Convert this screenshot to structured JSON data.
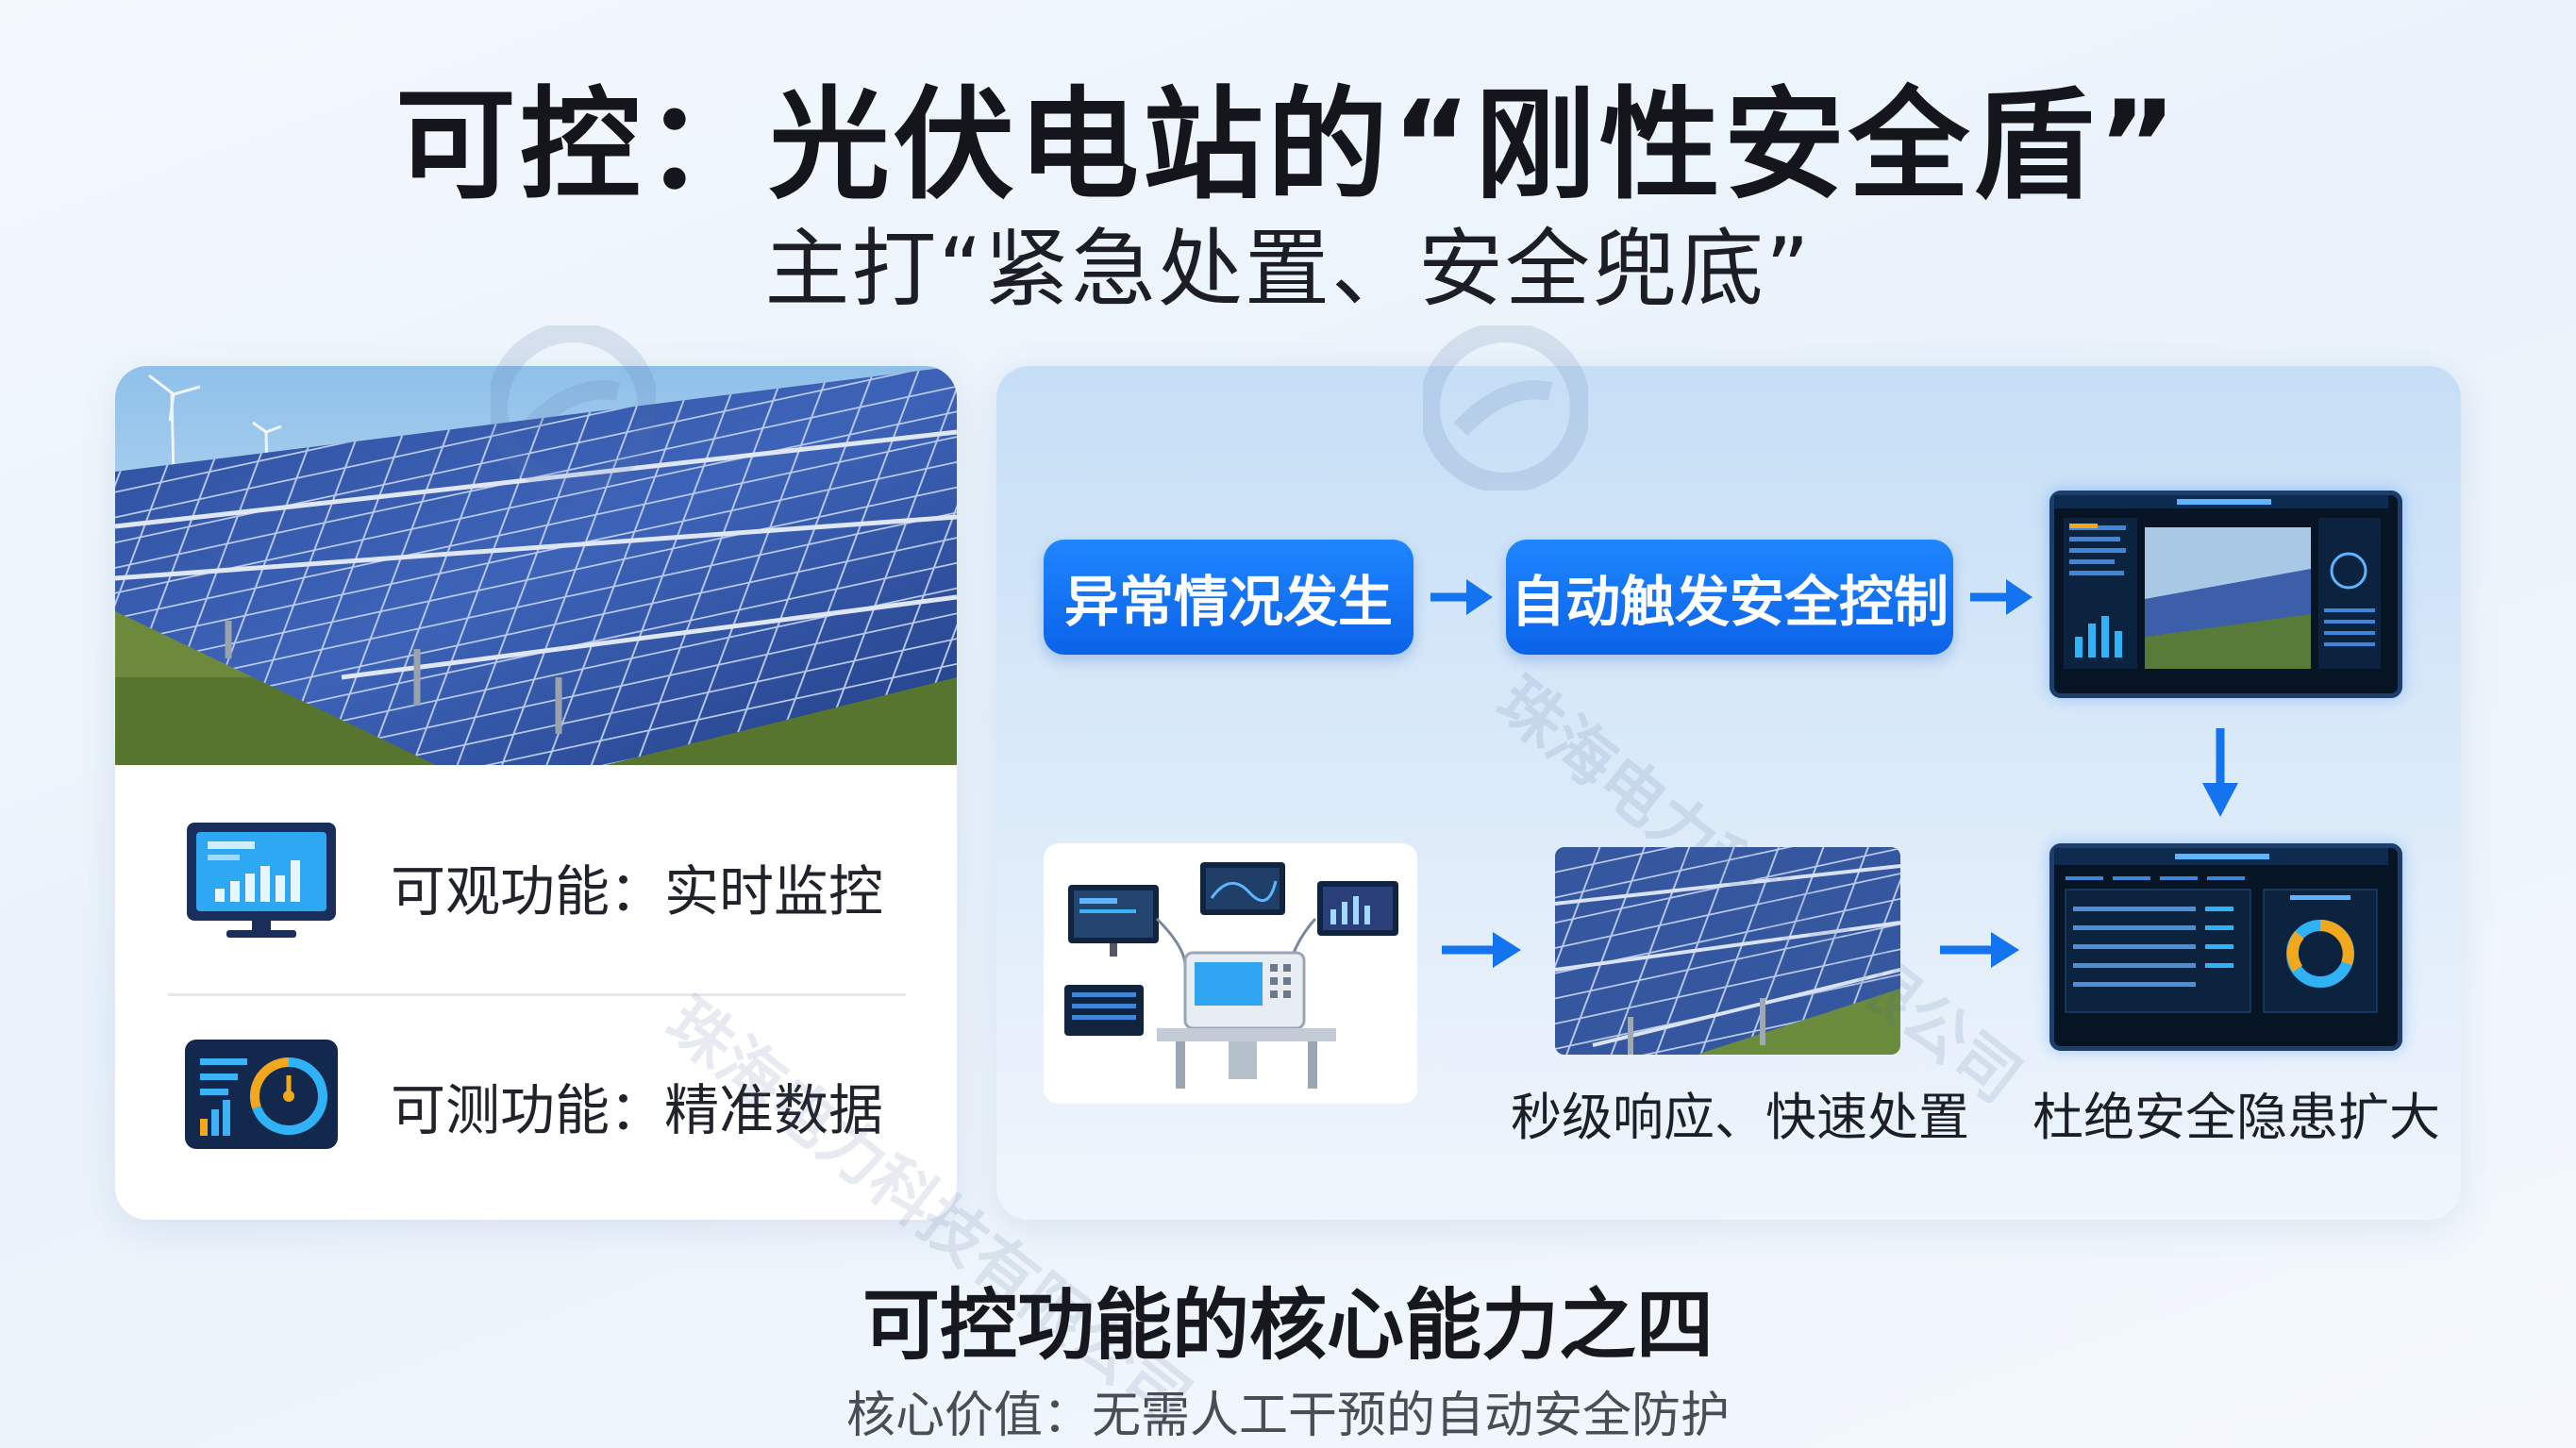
{
  "header": {
    "title": "可控：光伏电站的“刚性安全盾”",
    "subtitle": "主打“紧急处置、安全兜底”"
  },
  "left_card": {
    "features": [
      {
        "icon": "monitor-chart-icon",
        "label": "可观功能：实时监控"
      },
      {
        "icon": "gauge-dashboard-icon",
        "label": "可测功能：精准数据"
      }
    ]
  },
  "flow": {
    "step1": "异常情况发生",
    "step2": "自动触发安全控制",
    "caption_response": "秒级响应、快速处置",
    "caption_prevent": "杜绝安全隐患扩大"
  },
  "watermark": {
    "text": "珠海电力科技有限公司"
  },
  "footer": {
    "title": "可控功能的核心能力之四",
    "subtitle": "核心价值：无需人工干预的自动安全防护"
  },
  "colors": {
    "accent_blue": "#0a62e8",
    "arrow_blue": "#1473ef",
    "screen_dark": "#071423",
    "gauge_orange": "#f2a81d"
  }
}
